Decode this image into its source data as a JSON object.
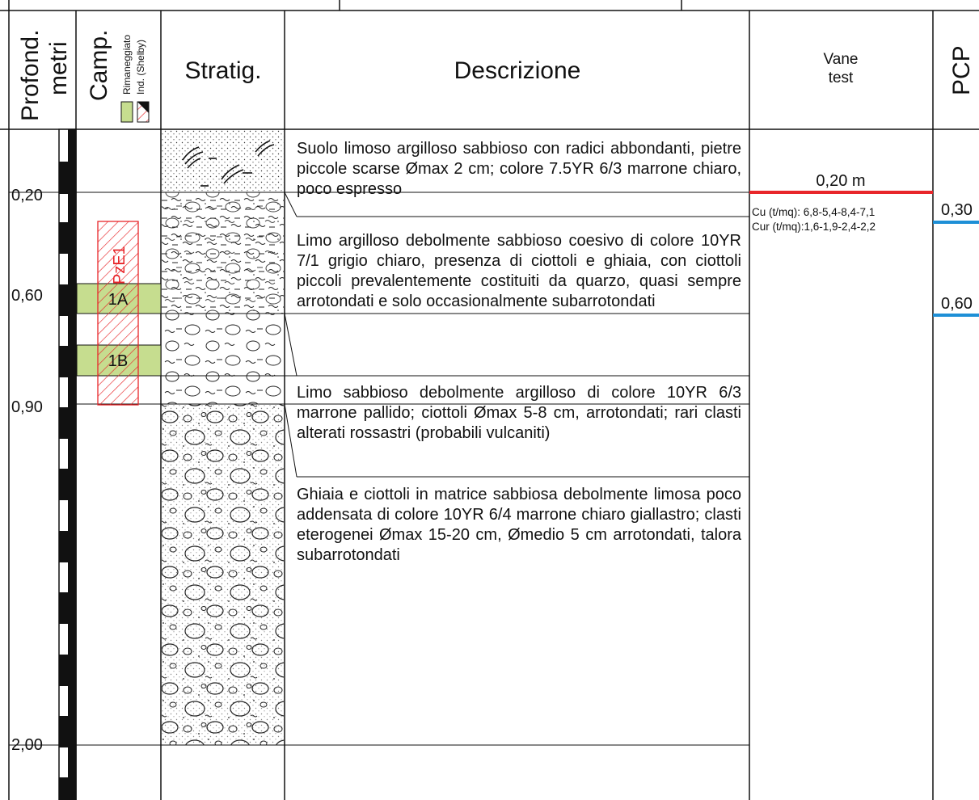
{
  "header": {
    "depth_title_1": "Profond.",
    "depth_title_2": "metri",
    "samples_title": "Camp.",
    "legend_remoulded": "Rimaneggiato",
    "legend_undisturbed": "Ind. (Shelby)",
    "stratigraphy_title": "Stratig.",
    "description_title": "Descrizione",
    "vane_title_1": "Vane",
    "vane_title_2": "test",
    "pcp_title": "PCP"
  },
  "depth_labels": [
    "0,20",
    "0,60",
    "0,90",
    "2,00"
  ],
  "samples": {
    "undisturbed_label": "PzE1",
    "remoulded": [
      "1A",
      "1B"
    ]
  },
  "descriptions": [
    "Suolo limoso argilloso sabbioso con radici abbondanti, pietre piccole scarse Ømax 2 cm; colore 7.5YR 6/3 marrone chiaro, poco espresso",
    "Limo argilloso debolmente sabbioso coesivo di colore 10YR 7/1 grigio chiaro, presenza di ciottoli e ghiaia, con ciottoli piccoli prevalentemente costituiti da quarzo, quasi sempre arrotondati e solo occasionalmente subarrotondati",
    "Limo sabbioso debolmente argilloso di colore 10YR 6/3 marrone pallido; ciottoli Ømax 5-8 cm, arrotondati; rari clasti alterati rossastri (probabili vulcaniti)",
    "Ghiaia e ciottoli in matrice sabbiosa debolmente limosa poco addensata di colore 10YR 6/4 marrone chiaro giallastro; clasti eterogenei Ømax 15-20 cm, Ømedio 5 cm arrotondati, talora subarrotondati"
  ],
  "vane_test": {
    "depth": "0,20 m",
    "cu": "Cu (t/mq): 6,8-5,4-8,4-7,1",
    "cur": "Cur (t/mq):1,6-1,9-2,4-2,2"
  },
  "pcp": [
    "0,30",
    "0,60"
  ],
  "colors": {
    "sample_remoulded": "#c6dd8f",
    "sample_undisturbed": "#e8262a",
    "vane_line": "#e8262a",
    "pcp_line": "#1e8fd6"
  }
}
